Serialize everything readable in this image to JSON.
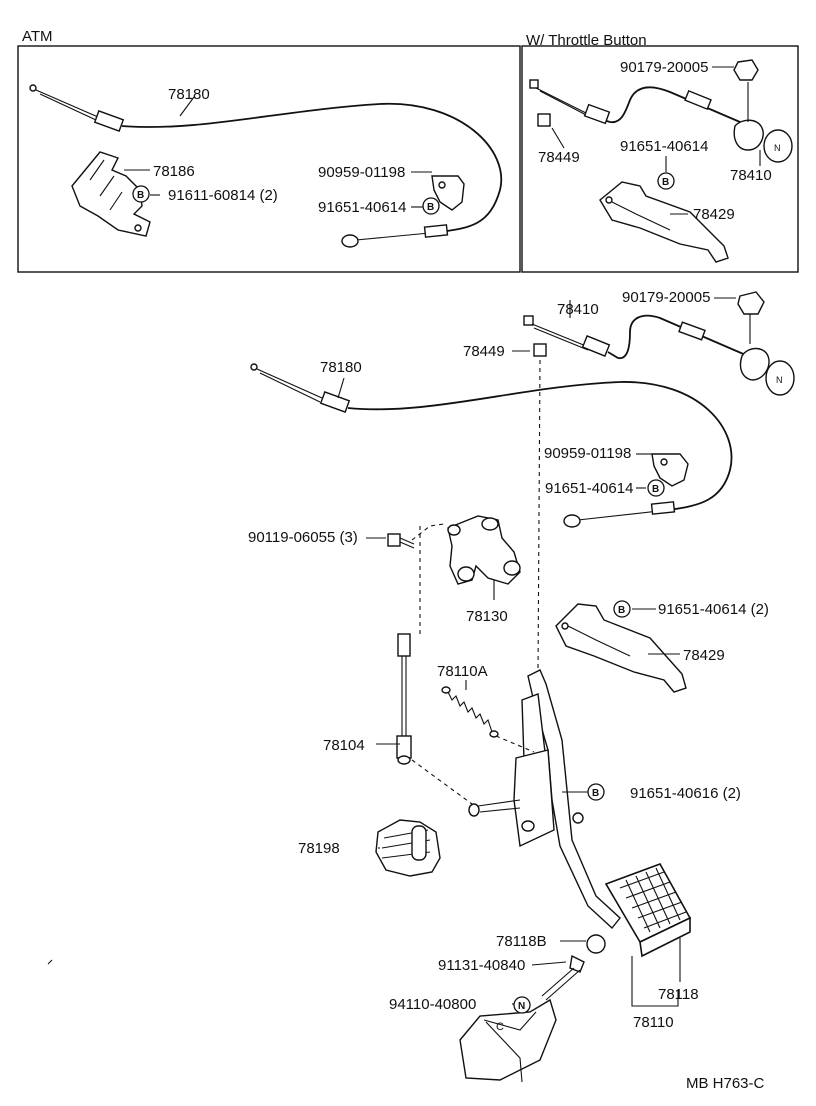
{
  "sections": {
    "atm_header": "ATM",
    "throttle_header": "W/ Throttle Button"
  },
  "labels": {
    "atm_78180": "78180",
    "atm_78186": "78186",
    "atm_91611": "91611-60814 (2)",
    "atm_90959": "90959-01198",
    "atm_91651": "91651-40614",
    "tb_90179": "90179-20005",
    "tb_78449": "78449",
    "tb_91651": "91651-40614",
    "tb_78410": "78410",
    "tb_78429": "78429",
    "m_78410": "78410",
    "m_90179": "90179-20005",
    "m_78449": "78449",
    "m_78180": "78180",
    "m_90959": "90959-01198",
    "m_91651a": "91651-40614",
    "m_90119": "90119-06055 (3)",
    "m_78130": "78130",
    "m_91651b": "91651-40614 (2)",
    "m_78429": "78429",
    "m_78110A": "78110A",
    "m_78104": "78104",
    "m_91651c": "91651-40616 (2)",
    "m_78198": "78198",
    "m_78118B": "78118B",
    "m_91131": "91131-40840",
    "m_78118": "78118",
    "m_94110": "94110-40800",
    "m_78110": "78110",
    "ref_code": "MB  H763-C"
  },
  "markers": {
    "b": "B",
    "n": "N"
  }
}
